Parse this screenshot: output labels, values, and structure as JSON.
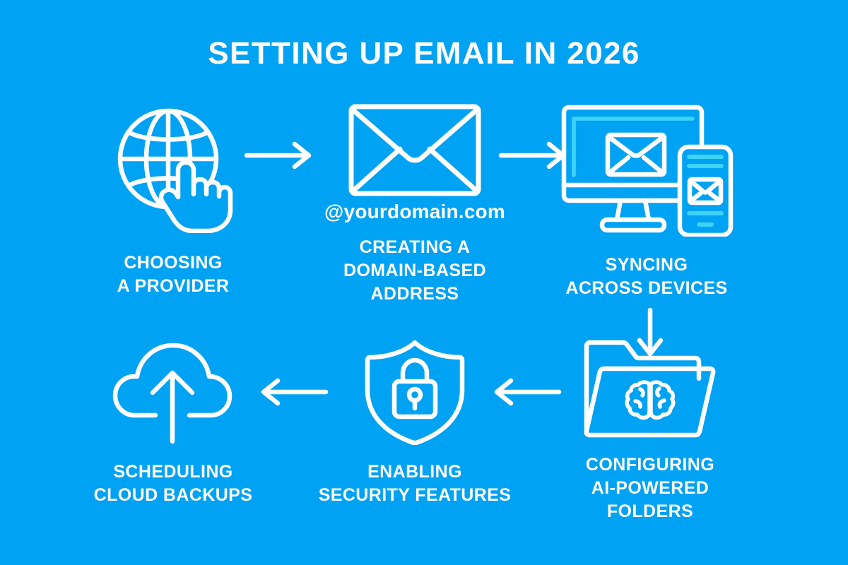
{
  "page": {
    "title": "SETTING UP EMAIL IN 2026",
    "background_color": "#00a2f3",
    "line_color": "#ffffff",
    "accent_color": "#3fd3f7"
  },
  "steps": [
    {
      "id": "choosing-a-provider",
      "icon": "globe-pointer-icon",
      "caption_line_1": "CHOOSING",
      "caption_line_2": "A PROVIDER",
      "caption_line_3": ""
    },
    {
      "id": "creating-a-domain-based-address",
      "icon": "envelope-icon",
      "sublabel": "@yourdomain.com",
      "caption_line_1": "CREATING A",
      "caption_line_2": "DOMAIN-BASED",
      "caption_line_3": "ADDRESS"
    },
    {
      "id": "syncing-across-devices",
      "icon": "monitor-phone-email-icon",
      "caption_line_1": "SYNCING",
      "caption_line_2": "ACROSS DEVICES",
      "caption_line_3": ""
    },
    {
      "id": "configuring-ai-powered-folders",
      "icon": "folder-brain-icon",
      "caption_line_1": "CONFIGURING",
      "caption_line_2": "AI-POWERED",
      "caption_line_3": "FOLDERS"
    },
    {
      "id": "enabling-security-features",
      "icon": "shield-lock-icon",
      "caption_line_1": "ENABLING",
      "caption_line_2": "SECURITY FEATURES",
      "caption_line_3": ""
    },
    {
      "id": "scheduling-cloud-backups",
      "icon": "cloud-upload-icon",
      "caption_line_1": "SCHEDULING",
      "caption_line_2": "CLOUD BACKUPS",
      "caption_line_3": ""
    }
  ],
  "arrows": [
    {
      "id": "arrow-provider-to-address",
      "direction": "right"
    },
    {
      "id": "arrow-address-to-syncing",
      "direction": "right"
    },
    {
      "id": "arrow-syncing-to-folders",
      "direction": "down"
    },
    {
      "id": "arrow-folders-to-security",
      "direction": "left"
    },
    {
      "id": "arrow-security-to-backups",
      "direction": "left"
    }
  ]
}
